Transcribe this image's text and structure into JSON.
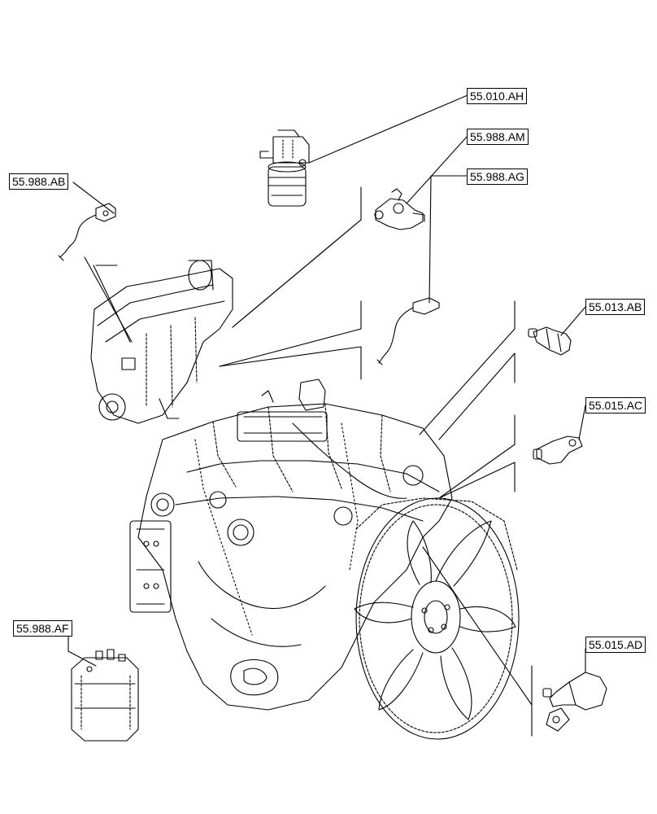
{
  "diagram": {
    "callouts": [
      {
        "id": "55.010.AH",
        "text": "55.010.AH"
      },
      {
        "id": "55.988.AM",
        "text": "55.988.AM"
      },
      {
        "id": "55.988.AB",
        "text": "55.988.AB"
      },
      {
        "id": "55.988.AG",
        "text": "55.988.AG"
      },
      {
        "id": "55.013.AB",
        "text": "55.013.AB"
      },
      {
        "id": "55.015.AC",
        "text": "55.015.AC"
      },
      {
        "id": "55.988.AF",
        "text": "55.988.AF"
      },
      {
        "id": "55.015.AD",
        "text": "55.015.AD"
      }
    ],
    "colors": {
      "line": "#000000",
      "background": "#ffffff"
    }
  }
}
